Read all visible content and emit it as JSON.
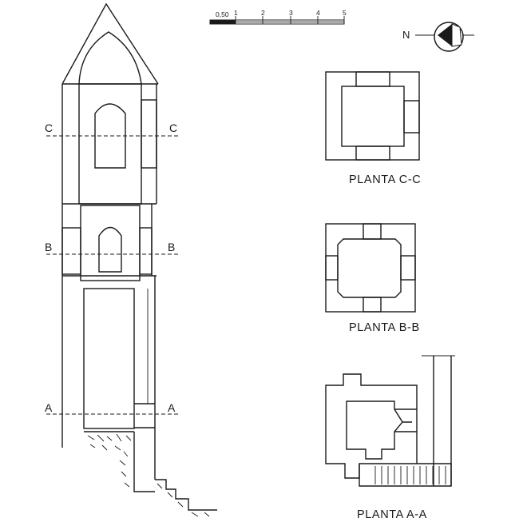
{
  "elevation": {
    "section_labels": {
      "c_left": "C",
      "c_right": "C",
      "b_left": "B",
      "b_right": "B",
      "a_left": "A",
      "a_right": "A"
    }
  },
  "scale_bar": {
    "ticks": [
      "0,50",
      "1",
      "2",
      "3",
      "4",
      "5"
    ]
  },
  "north_arrow": {
    "label": "N"
  },
  "plans": [
    {
      "label": "PLANTA C-C"
    },
    {
      "label": "PLANTA B-B"
    },
    {
      "label": "PLANTA A-A"
    }
  ]
}
